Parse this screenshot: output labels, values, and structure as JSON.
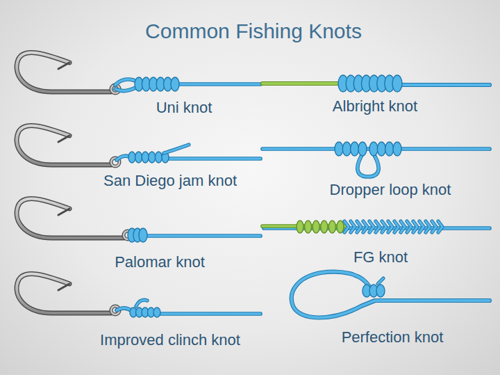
{
  "diagram": {
    "title": "Common Fishing Knots",
    "labels": [
      "Uni knot",
      "Albright knot",
      "San Diego jam knot",
      "Dropper loop knot",
      "Palomar knot",
      "FG knot",
      "Improved clinch knot",
      "Perfection knot"
    ]
  }
}
